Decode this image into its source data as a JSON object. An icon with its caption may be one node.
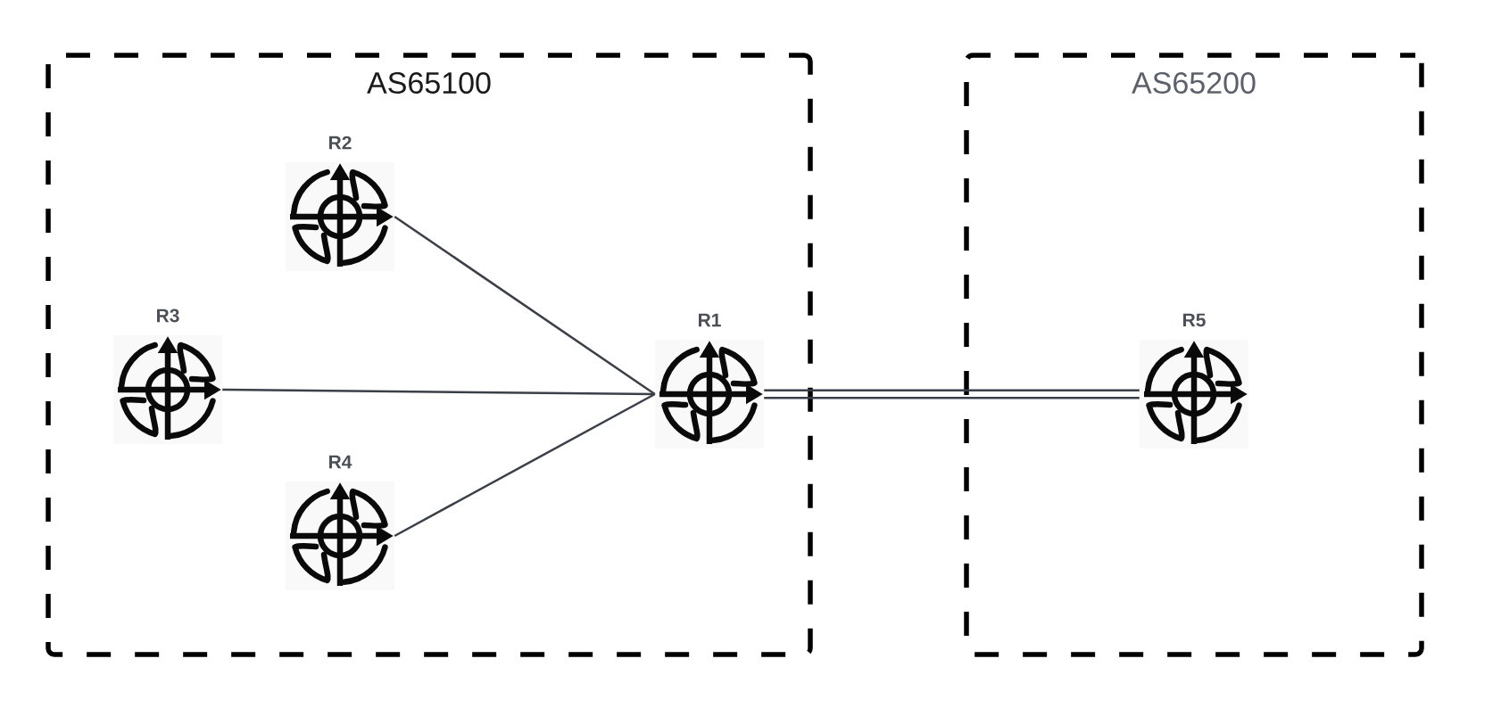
{
  "diagram": {
    "nodes": [
      {
        "text": [
          "AS65100"
        ]
      },
      {
        "text": [
          "R2"
        ],
        "in": 0
      },
      {
        "text": [
          "R3"
        ],
        "in": 0
      },
      {
        "text": [
          "R1"
        ],
        "in": 0
      },
      {
        "text": [
          "R4"
        ],
        "in": 0
      },
      {
        "text": [
          "AS65200"
        ]
      },
      {
        "text": [
          "R5"
        ],
        "in": 5
      }
    ],
    "edges": [
      {
        "from": 1,
        "to": 3,
        "arrow": "none"
      },
      {
        "from": 2,
        "to": 3,
        "arrow": "none"
      },
      {
        "from": 4,
        "to": 3,
        "arrow": "none"
      },
      {
        "from": 3,
        "to": 6,
        "arrow": "none"
      },
      {
        "from": 3,
        "to": 6,
        "arrow": "none"
      }
    ]
  }
}
